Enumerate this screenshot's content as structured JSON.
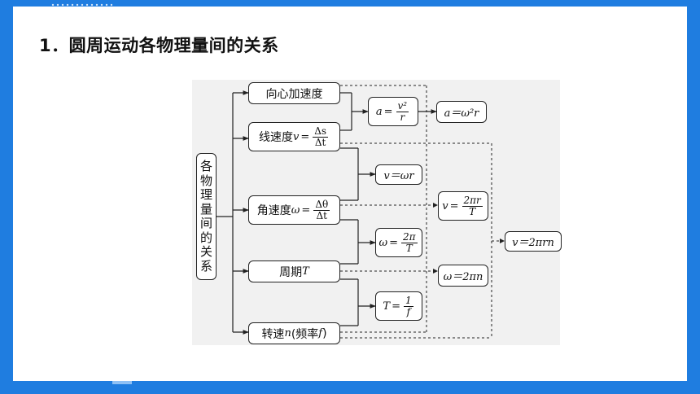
{
  "title": "1．圆周运动各物理量间的关系",
  "root_label": [
    "各",
    "物",
    "理",
    "量",
    "间",
    "的",
    "关",
    "系"
  ],
  "nodes": {
    "centripetal_acc": "向心加速度",
    "linear_speed": {
      "label": "线速度",
      "var": "v",
      "num": "Δs",
      "den": "Δt"
    },
    "angular_speed": {
      "label": "角速度",
      "var": "ω",
      "num": "Δθ",
      "den": "Δt"
    },
    "period": {
      "label": "周期",
      "var": "T"
    },
    "rot_speed": {
      "label_pre": "转速",
      "var": "n",
      "label_mid": "(频率",
      "var2": "f",
      "label_post": ")"
    }
  },
  "formulas": {
    "a_v2_r": {
      "lhs": "a",
      "num": "v²",
      "den": "r"
    },
    "a_w2r": {
      "text": "a＝ω²r"
    },
    "v_wr": {
      "text": "v＝ωr"
    },
    "w_2pi_T": {
      "lhs": "ω",
      "num": "2π",
      "den": "T"
    },
    "T_1_f": {
      "lhs": "T",
      "num": "1",
      "den": "f"
    },
    "v_2pir_T": {
      "lhs": "v",
      "num": "2πr",
      "den": "T"
    },
    "w_2pin": {
      "text": "ω＝2πn"
    },
    "v_2pirn": {
      "text": "v＝2πrn"
    }
  },
  "colors": {
    "frame": "#1f7de0",
    "panel": "#f1f1f1",
    "line": "#222222"
  }
}
